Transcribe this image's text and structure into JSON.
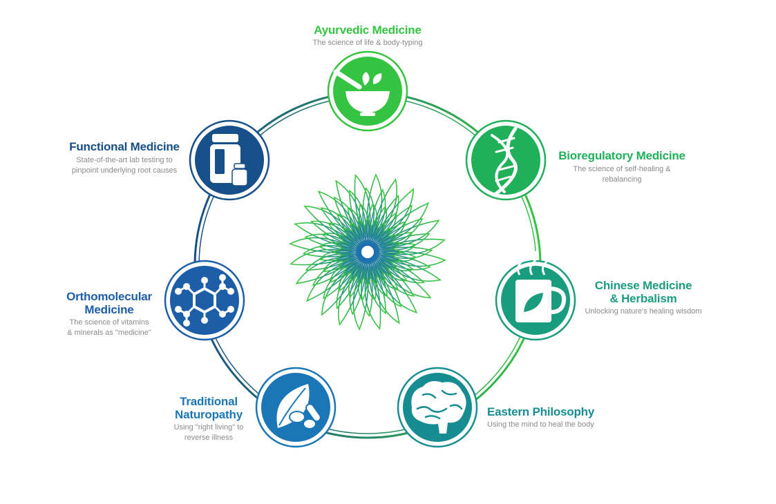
{
  "colors": {
    "ring_start": "#1a4e86",
    "ring_end": "#35c441",
    "ayurvedic": "#35c441",
    "bioregulatory": "#20b05a",
    "chinese": "#1a9d7e",
    "eastern": "#178d92",
    "naturopathy": "#1b76b8",
    "orthomolecular": "#1c5ea8",
    "functional": "#174f88",
    "mandala_start": "#3dc93c",
    "mandala_end": "#1b6bb6"
  },
  "nodes": [
    {
      "id": "ayurvedic",
      "title_lines": [
        "Ayurvedic Medicine"
      ],
      "desc_lines": [
        "The science of life & body-typing"
      ],
      "icon": "mortar-pestle-icon",
      "color": "#35c441"
    },
    {
      "id": "bioregulatory",
      "title_lines": [
        "Bioregulatory Medicine"
      ],
      "desc_lines": [
        "The science of self-healing &",
        "rebalancing"
      ],
      "icon": "dna-icon",
      "color": "#20b05a"
    },
    {
      "id": "chinese",
      "title_lines": [
        "Chinese Medicine",
        "& Herbalism"
      ],
      "desc_lines": [
        "Unlocking nature's healing wisdom"
      ],
      "icon": "tea-mug-icon",
      "color": "#1a9d7e"
    },
    {
      "id": "eastern",
      "title_lines": [
        "Eastern Philosophy"
      ],
      "desc_lines": [
        "Using the mind to heal the body"
      ],
      "icon": "brain-icon",
      "color": "#178d92"
    },
    {
      "id": "naturopathy",
      "title_lines": [
        "Traditional",
        "Naturopathy"
      ],
      "desc_lines": [
        "Using \"right living\" to",
        "reverse illness"
      ],
      "icon": "leaf-pills-icon",
      "color": "#1b76b8"
    },
    {
      "id": "orthomolecular",
      "title_lines": [
        "Orthomolecular",
        "Medicine"
      ],
      "desc_lines": [
        "The science of vitamins",
        "& minerals as \"medicine\""
      ],
      "icon": "molecule-icon",
      "color": "#1c5ea8"
    },
    {
      "id": "functional",
      "title_lines": [
        "Functional Medicine"
      ],
      "desc_lines": [
        "State-of-the-art lab testing to",
        "pinpoint underlying root causes"
      ],
      "icon": "supplement-bottles-icon",
      "color": "#174f88"
    }
  ]
}
